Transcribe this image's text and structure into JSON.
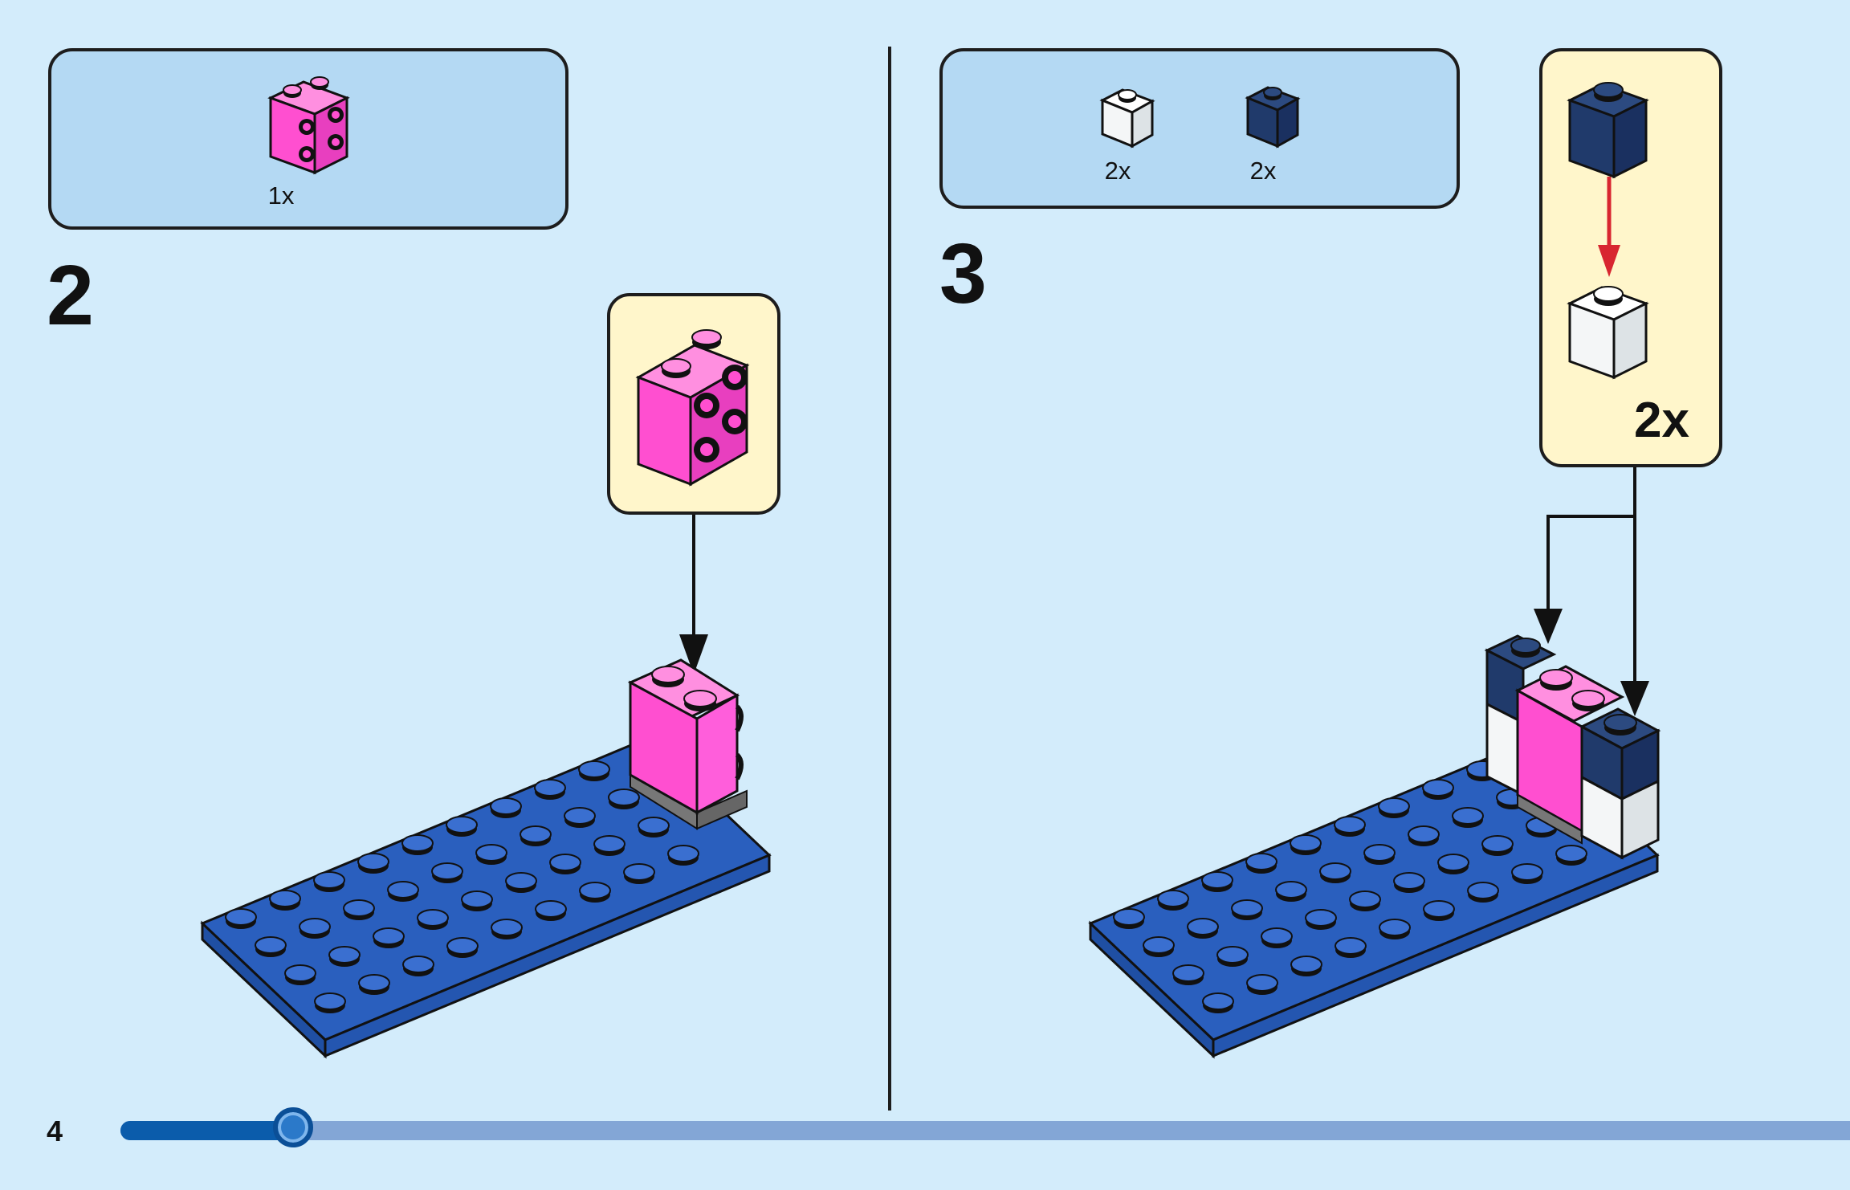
{
  "page": {
    "number": "4",
    "progress": 0.1
  },
  "colors": {
    "background": "#d3ecfb",
    "parts_box": "#b4d9f3",
    "callout": "#fff6cb",
    "plate_blue": "#2a5fbe",
    "brick_pink": "#ff4fd0",
    "brick_navy": "#203a6b",
    "brick_white": "#f4f6f7",
    "arrow_red": "#d82630",
    "progress_fill": "#0b5cab",
    "progress_track": "#83a6d6"
  },
  "steps": [
    {
      "number": "2",
      "parts": [
        {
          "name": "pink-2x2-brick-with-side-studs",
          "qty": "1x"
        }
      ]
    },
    {
      "number": "3",
      "parts": [
        {
          "name": "white-1x1-brick",
          "qty": "2x"
        },
        {
          "name": "navy-1x1-brick",
          "qty": "2x"
        }
      ],
      "callout_qty": "2x"
    }
  ]
}
